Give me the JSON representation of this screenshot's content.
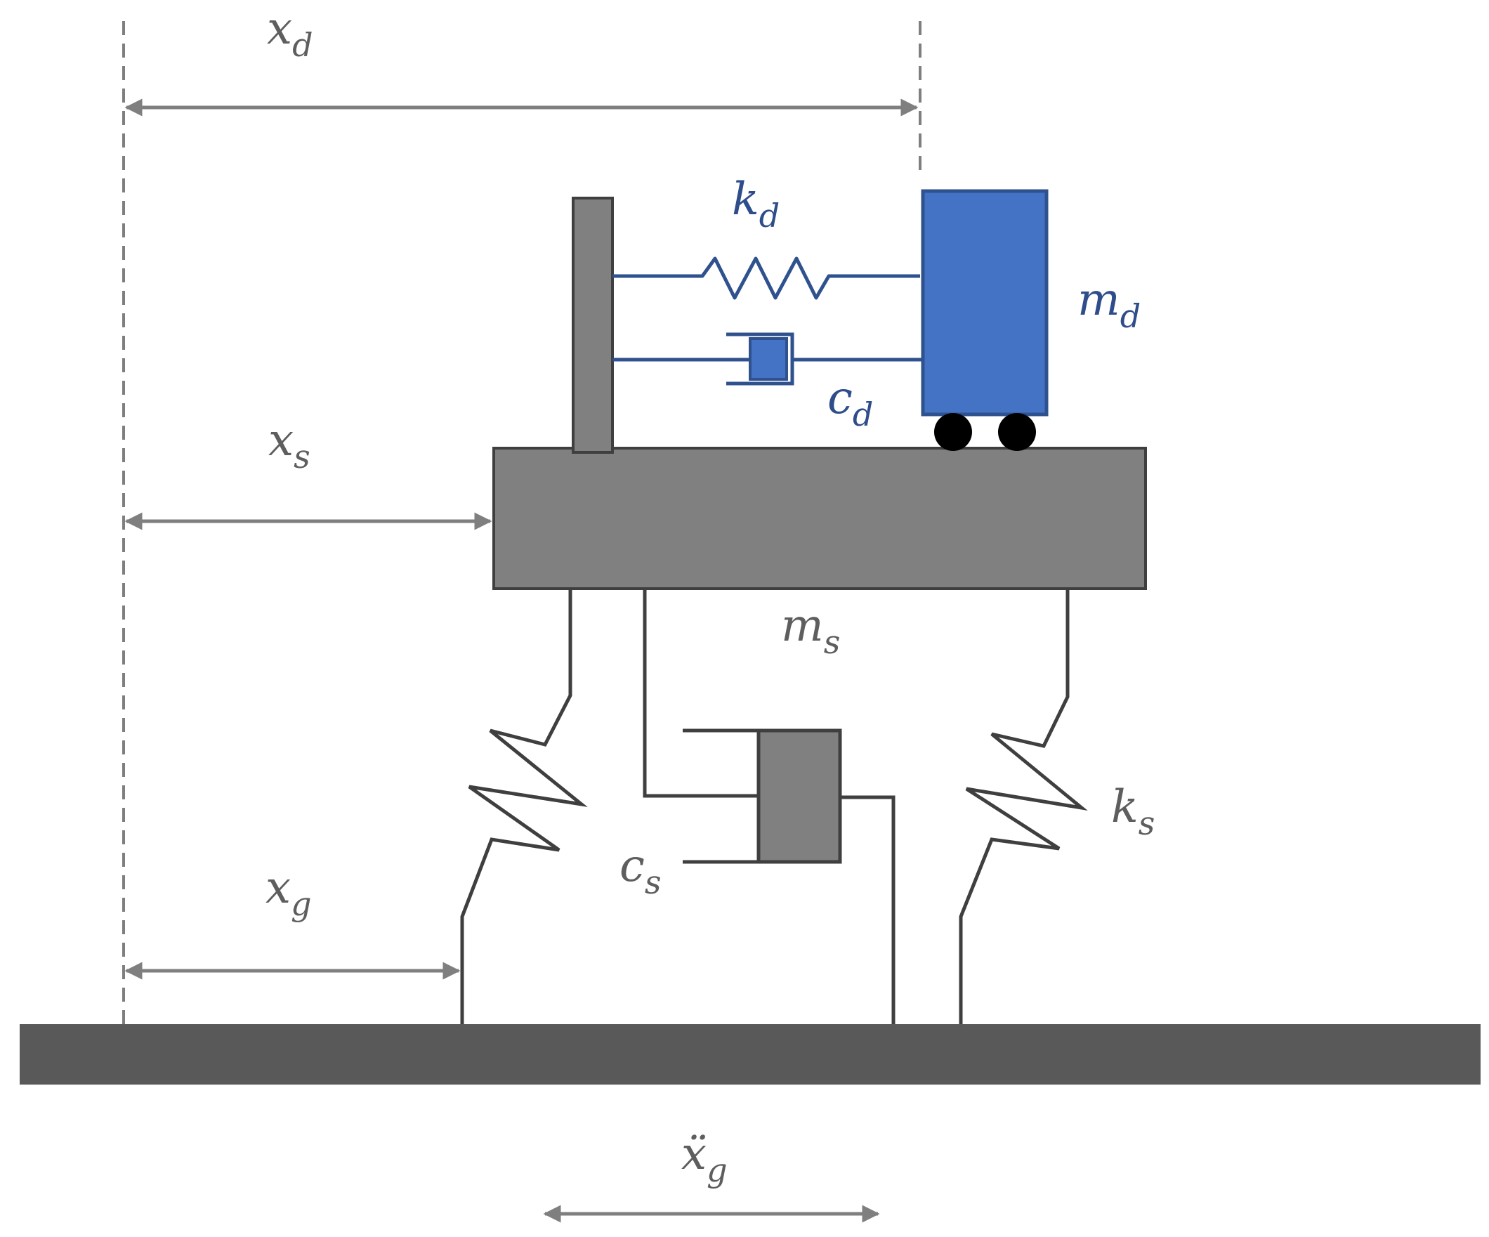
{
  "labels": {
    "x_d": {
      "base": "x",
      "sub": "d"
    },
    "x_s": {
      "base": "x",
      "sub": "s"
    },
    "x_g": {
      "base": "x",
      "sub": "g"
    },
    "xddot_g": {
      "base": "ẍ",
      "sub": "g"
    },
    "k_d": {
      "base": "k",
      "sub": "d"
    },
    "c_d": {
      "base": "c",
      "sub": "d"
    },
    "m_d": {
      "base": "m",
      "sub": "d"
    },
    "m_s": {
      "base": "m",
      "sub": "s"
    },
    "k_s": {
      "base": "k",
      "sub": "s"
    },
    "c_s": {
      "base": "c",
      "sub": "s"
    }
  },
  "colors": {
    "ground": "#595959",
    "structure": "#808080",
    "outline": "#3f3f3f",
    "damper_mass": "#4472c4",
    "damper_outline": "#2f528f",
    "arrow": "#7f7f7f",
    "label_gray": "#5e5e5e",
    "label_blue": "#2e4d8a",
    "wheel": "#000000"
  }
}
